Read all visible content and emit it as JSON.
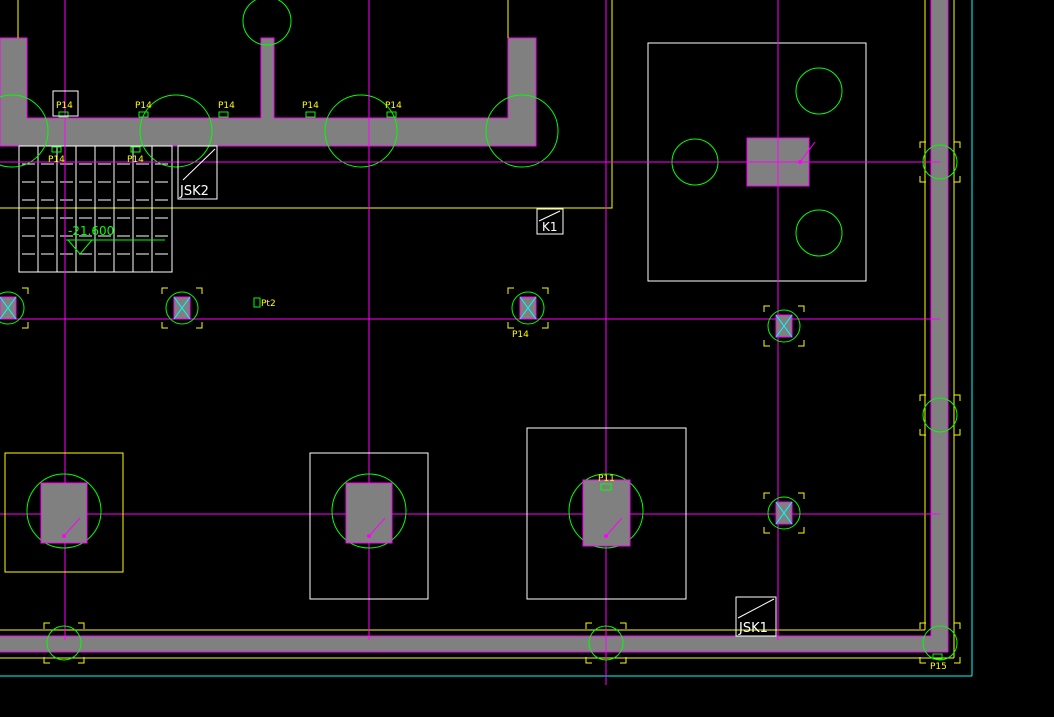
{
  "colors": {
    "background": "#000000",
    "axis": "#ff00ff",
    "wall": "#808080",
    "outline": "#ffff00",
    "pile": "#00ff00",
    "boundary": "#00ffff",
    "tag": "#ffffff"
  },
  "labels": {
    "jsk2": "JSK2",
    "k1": "K1",
    "jsk1": "JSK1",
    "elevation": "-21.600",
    "pt2": "Pt2"
  },
  "pile_tags": {
    "p14": "P14",
    "p11": "P11",
    "p15": "P15"
  }
}
